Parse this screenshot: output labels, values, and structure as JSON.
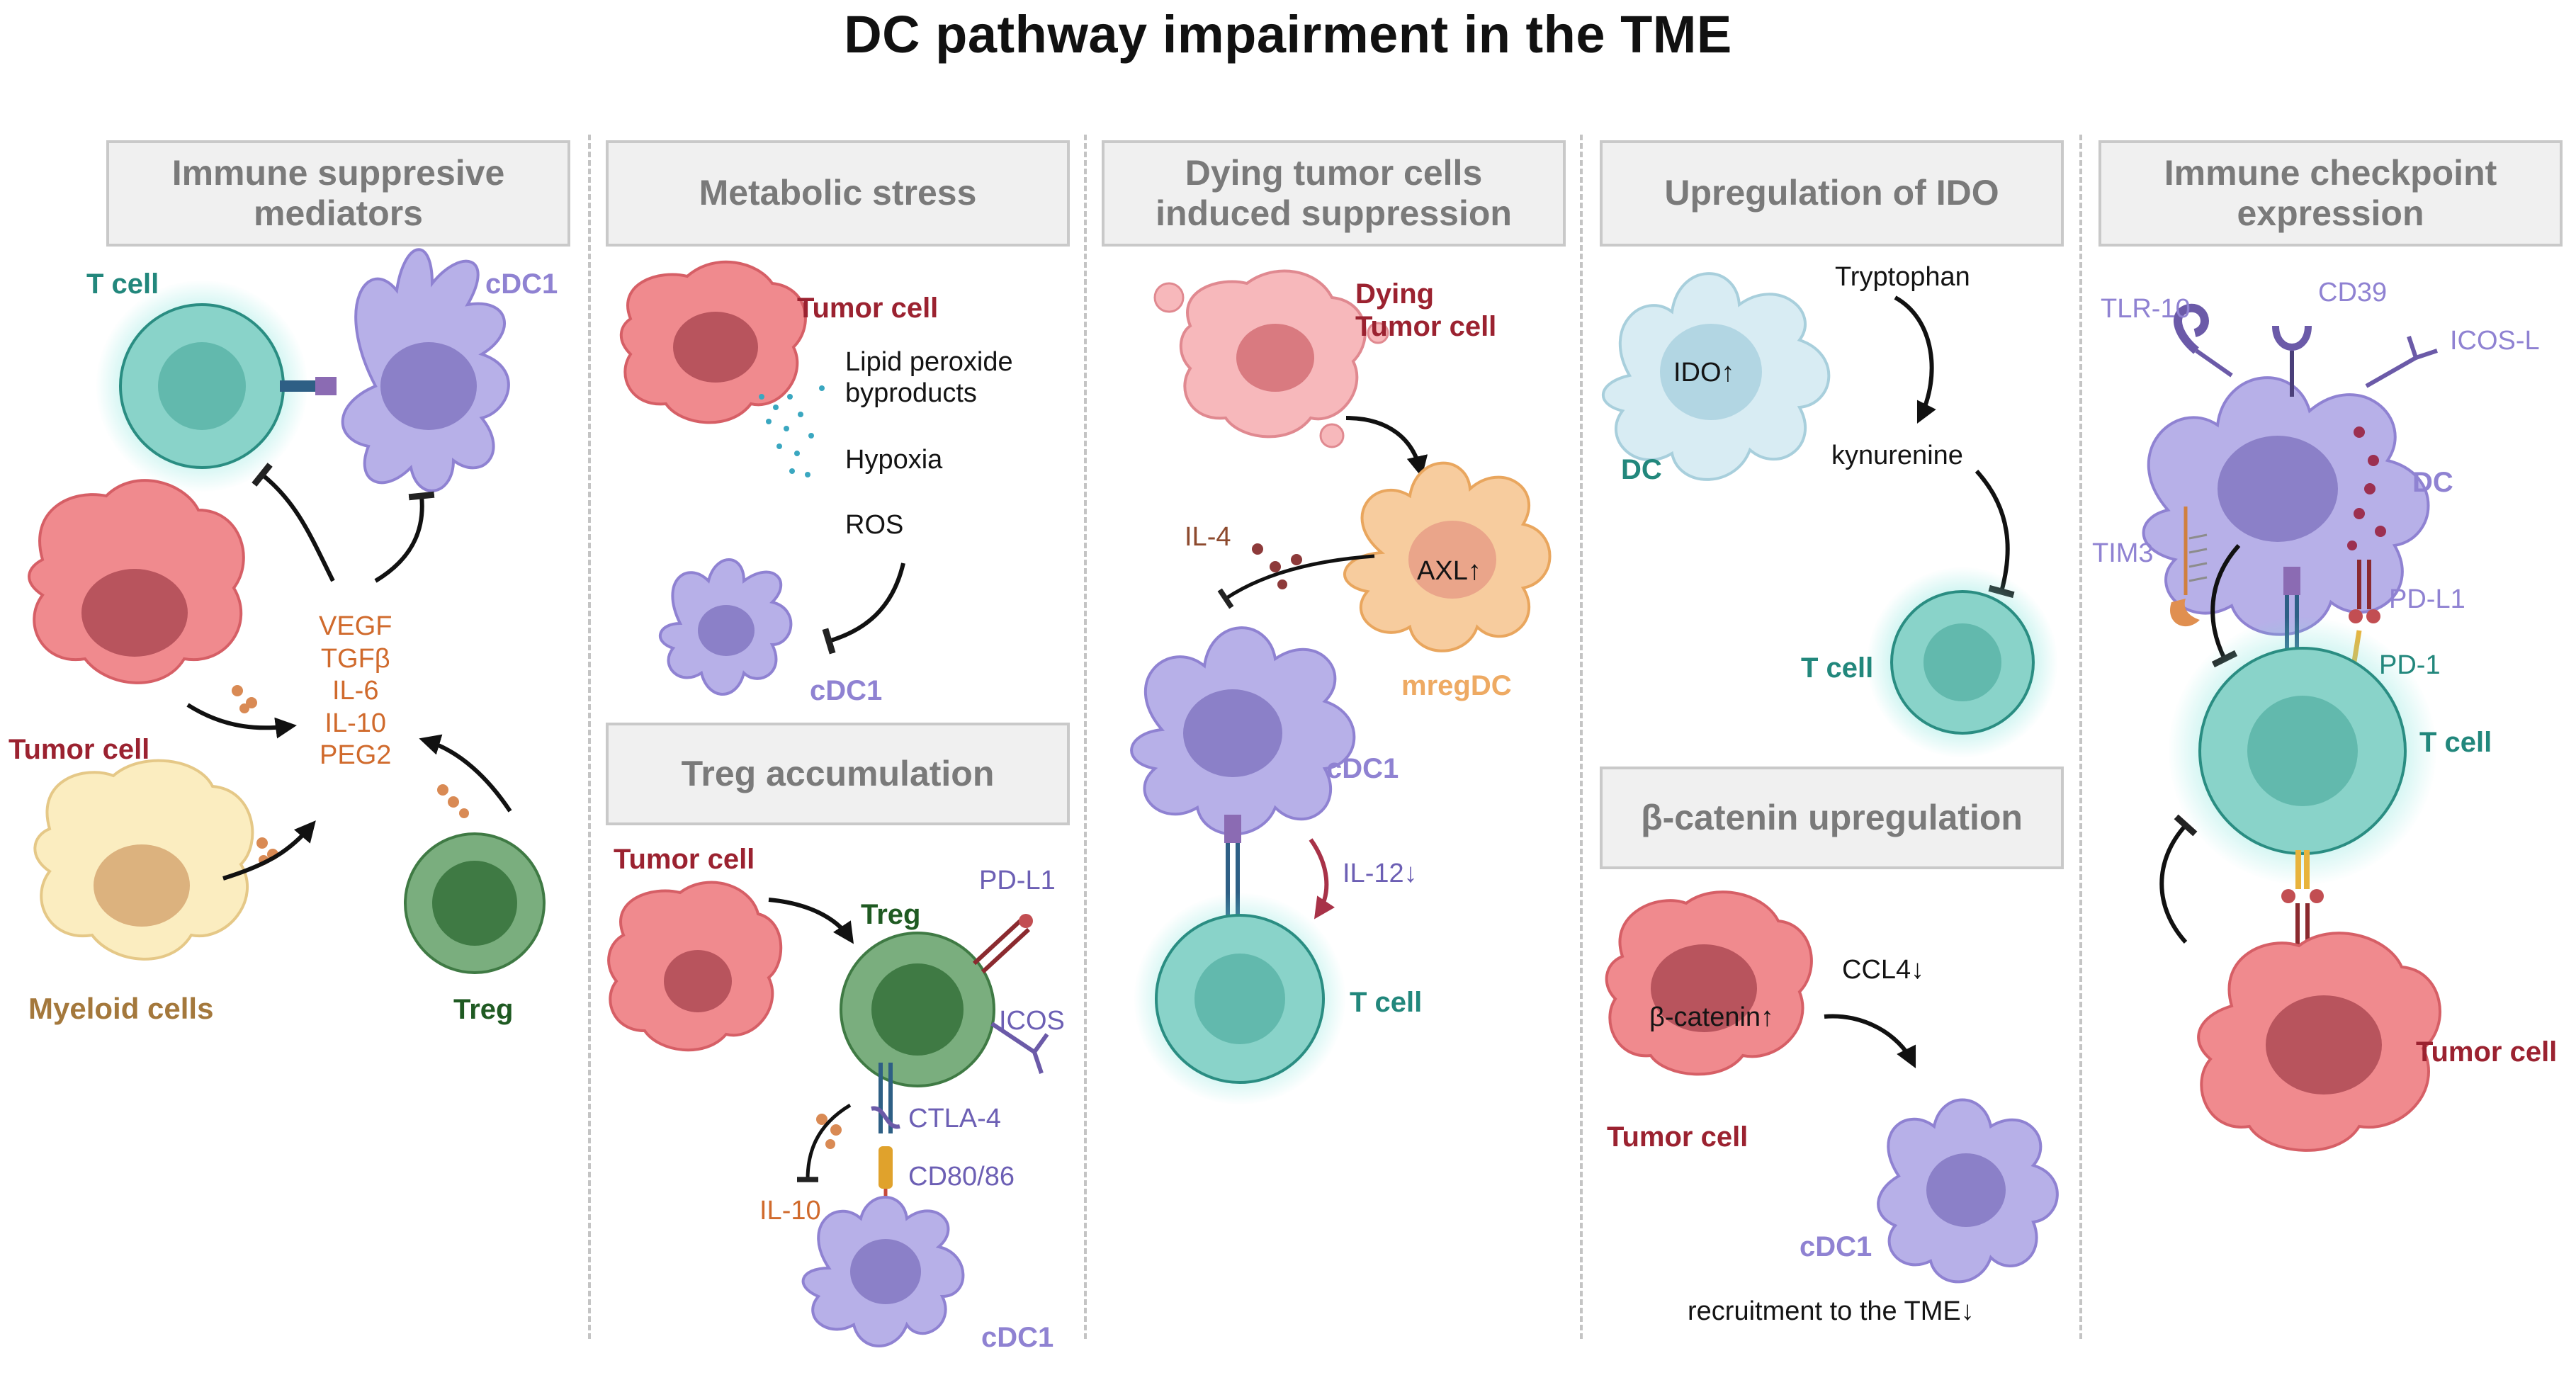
{
  "title": "DC pathway impairment in the TME",
  "panels": {
    "p1": {
      "header": "Immune suppresive\nmediators",
      "t_cell": "T cell",
      "cdc1": "cDC1",
      "tumor_cell": "Tumor cell",
      "myeloid_cells": "Myeloid cells",
      "treg": "Treg",
      "mediators": "VEGF\nTGFβ\nIL-6\nIL-10\nPEG2"
    },
    "p2": {
      "header_top": "Metabolic stress",
      "tumor_cell_top": "Tumor cell",
      "lipid": "Lipid peroxide\nbyproducts",
      "hypoxia": "Hypoxia",
      "ros": "ROS",
      "cdc1_top": "cDC1",
      "header_bottom": "Treg accumulation",
      "tumor_cell_bottom": "Tumor cell",
      "treg": "Treg",
      "pdl1": "PD-L1",
      "icos": "ICOS",
      "ctla4": "CTLA-4",
      "cd80": "CD80/86",
      "il10": "IL-10",
      "cdc1_bottom": "cDC1"
    },
    "p3": {
      "header": "Dying tumor cells\ninduced suppression",
      "dying": "Dying\nTumor cell",
      "il4": "IL-4",
      "axl": "AXL↑",
      "mregdc": "mregDC",
      "cdc1": "cDC1",
      "il12": "IL-12↓",
      "t_cell": "T cell"
    },
    "p4": {
      "header_top": "Upregulation of IDO",
      "tryptophan": "Tryptophan",
      "ido": "IDO↑",
      "dc": "DC",
      "kynurenine": "kynurenine",
      "t_cell": "T cell",
      "header_bottom": "β-catenin upregulation",
      "ccl4": "CCL4↓",
      "beta_catenin": "β-catenin↑",
      "tumor_cell": "Tumor cell",
      "cdc1": "cDC1",
      "recruitment": "recruitment to the TME↓"
    },
    "p5": {
      "header": "Immune checkpoint\nexpression",
      "tlr10": "TLR-10",
      "cd39": "CD39",
      "icosl": "ICOS-L",
      "dc": "DC",
      "tim3": "TIM3",
      "pdl1": "PD-L1",
      "pd1": "PD-1",
      "t_cell": "T cell",
      "tumor_cell": "Tumor cell"
    }
  },
  "colors": {
    "t_cell": "#22877c",
    "cdc1": "#8f82d2",
    "tumor": "#9b2230",
    "treg": "#1f5a22",
    "mediator": "#d06a2c"
  }
}
